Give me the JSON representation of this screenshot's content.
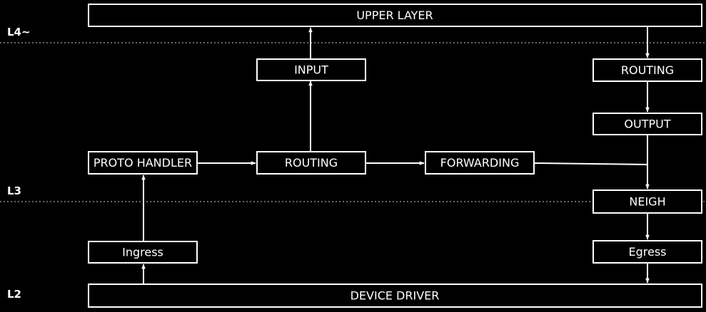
{
  "layers": {
    "l4": "L4~",
    "l3": "L3",
    "l2": "L2"
  },
  "nodes": {
    "upper_layer": "UPPER LAYER",
    "input": "INPUT",
    "routing_out": "ROUTING",
    "output": "OUTPUT",
    "proto_handler": "PROTO HANDLER",
    "routing_in": "ROUTING",
    "forwarding": "FORWARDING",
    "neigh": "NEIGH",
    "ingress": "Ingress",
    "egress": "Egress",
    "device_driver": "DEVICE DRIVER"
  },
  "colors": {
    "background": "#000000",
    "foreground": "#ffffff",
    "divider": "#8c8c8c"
  }
}
